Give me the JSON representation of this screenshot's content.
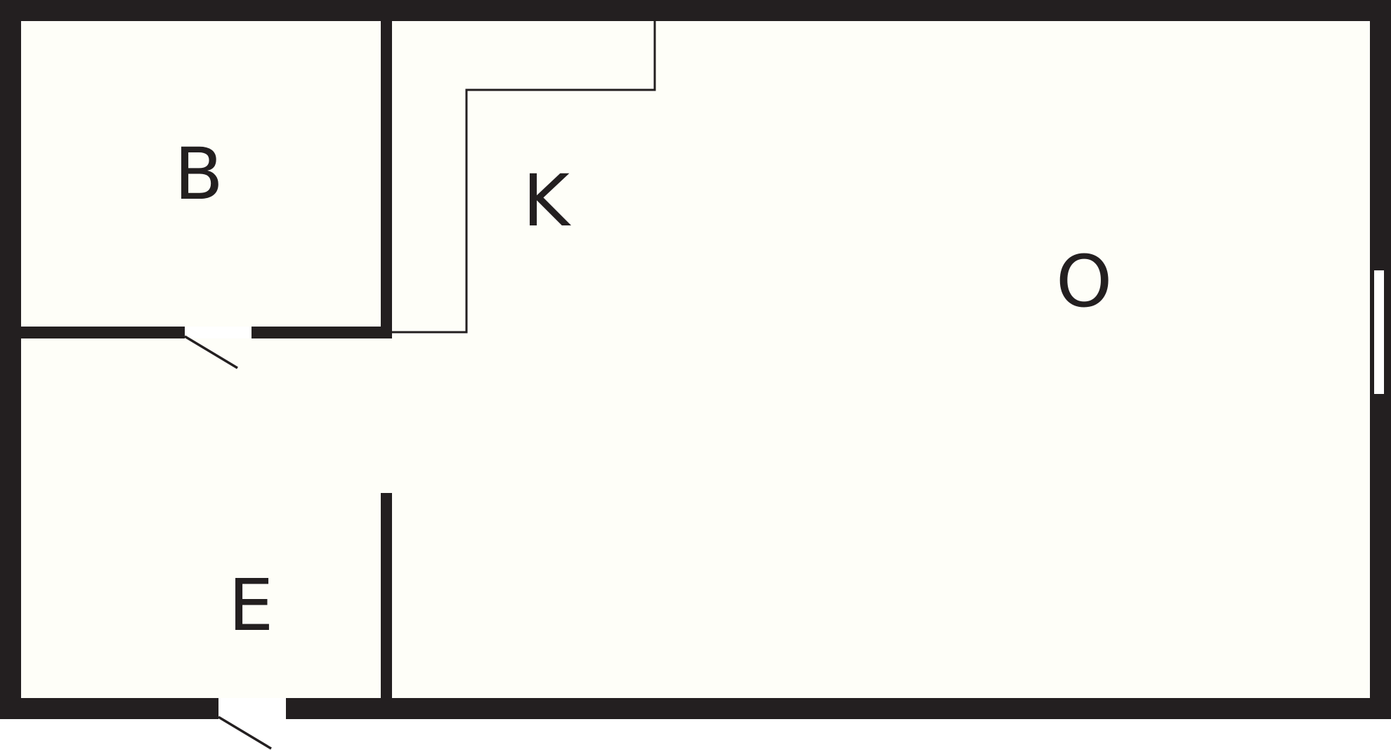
{
  "floor_plan": {
    "colors": {
      "wall": "#231f20",
      "floor": "#fefef8",
      "opening": "#ffffff",
      "background": "#ffffff"
    },
    "rooms": [
      {
        "id": "bedroom",
        "label": "B"
      },
      {
        "id": "kitchen",
        "label": "K"
      },
      {
        "id": "open-living",
        "label": "O"
      },
      {
        "id": "entrance",
        "label": "E"
      }
    ],
    "doors": [
      {
        "id": "bedroom-door"
      },
      {
        "id": "entrance-door"
      }
    ],
    "windows": [
      {
        "id": "east-window"
      }
    ]
  }
}
